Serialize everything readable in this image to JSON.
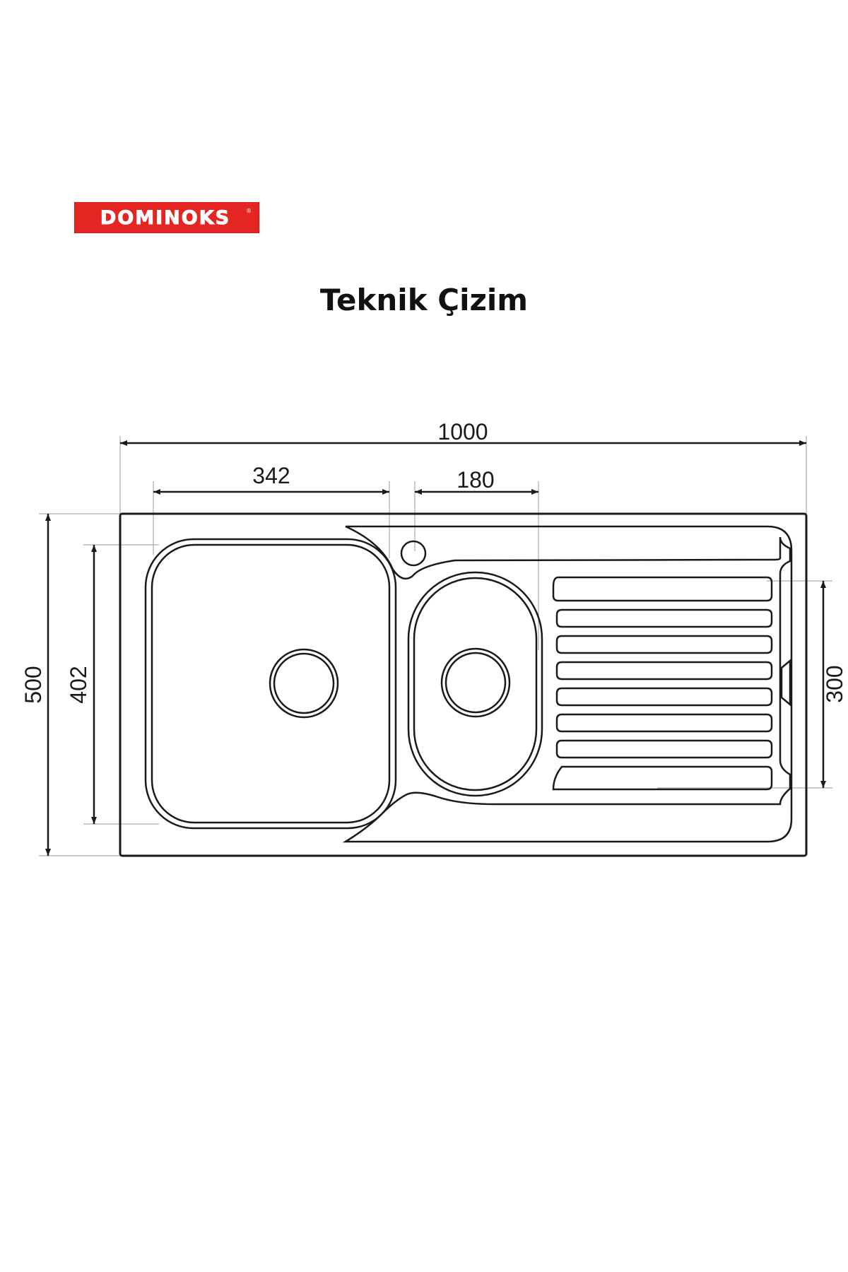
{
  "brand": {
    "logo_text": "DOMINOKS",
    "registered_mark": "®",
    "color": "#e52521"
  },
  "title": "Teknik Çizim",
  "dimensions": {
    "overall_width": "1000",
    "bowl_large_width": "342",
    "bowl_small_width": "180",
    "overall_depth": "500",
    "bowl_large_depth": "402",
    "drainer_depth": "300"
  },
  "colors": {
    "line": "#1a1a1a",
    "extension_line": "#9a9a9a"
  }
}
